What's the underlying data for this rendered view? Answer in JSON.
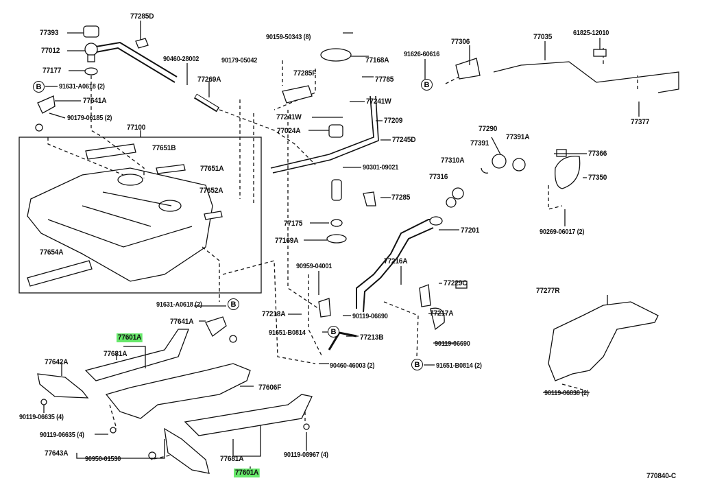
{
  "diagram": {
    "drawing_number": "770840-C",
    "highlight_color": "#66e86a",
    "reference_marker": "B",
    "labels": [
      "77285D",
      "77393",
      "77012",
      "77177",
      "91631-A0618 (2)",
      "77641A",
      "90179-06185 (2)",
      "77100",
      "77651B",
      "77651A",
      "77652A",
      "77654A",
      "90460-28002",
      "77269A",
      "90179-05042",
      "90159-50343 (8)",
      "77168A",
      "77285F",
      "77785",
      "77241W",
      "77241W",
      "77209",
      "77024A",
      "77245D",
      "90301-09021",
      "77285",
      "77175",
      "77169A",
      "91626-60616",
      "77306",
      "77035",
      "61825-12010",
      "77377",
      "77290",
      "77391",
      "77391A",
      "77310A",
      "77316",
      "77366",
      "77350",
      "90269-06017 (2)",
      "77201",
      "90959-04001",
      "77216A",
      "77229C",
      "77218A",
      "90119-06690",
      "77217A",
      "91651-B0814",
      "77213B",
      "90119-06690",
      "90460-46003 (2)",
      "91651-B0814 (2)",
      "77277R",
      "90119-06838 (2)",
      "91631-A0618 (2)",
      "77641A",
      "77601A",
      "77681A",
      "77642A",
      "77606F",
      "90119-06635 (4)",
      "90119-06635 (4)",
      "77643A",
      "90950-01530",
      "77681A",
      "77601A",
      "90119-08967 (4)"
    ]
  }
}
